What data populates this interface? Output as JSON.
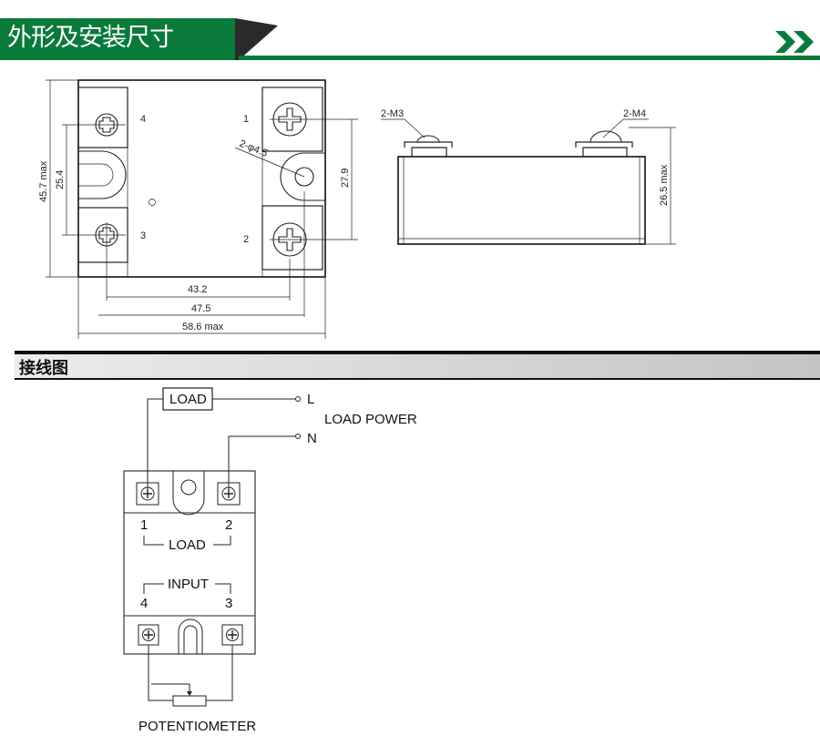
{
  "header": {
    "title": "外形及安装尺寸",
    "accent_color": "#0a7a3b",
    "arrow_icon": "double-chevron-right"
  },
  "drawing": {
    "top_view": {
      "terminal_labels": [
        "4",
        "1",
        "3",
        "2"
      ],
      "hole_label": "2-φ4.5",
      "dim_height": "45.7 max",
      "dim_inner_v1": "25.4",
      "dim_inner_v2": "27.9",
      "dim_w1": "43.2",
      "dim_w2": "47.5",
      "dim_w3": "58.6 max"
    },
    "side_view": {
      "screw_m3": "2-M3",
      "screw_m4": "2-M4",
      "dim_height": "26.5 max"
    }
  },
  "wiring": {
    "section_title": "接线图",
    "load_box": "LOAD",
    "terminal_l": "L",
    "terminal_n": "N",
    "load_power": "LOAD POWER",
    "pin_1": "1",
    "pin_2": "2",
    "load_label": "LOAD",
    "input_label": "INPUT",
    "pin_4": "4",
    "pin_3": "3",
    "potentiometer": "POTENTIOMETER"
  }
}
